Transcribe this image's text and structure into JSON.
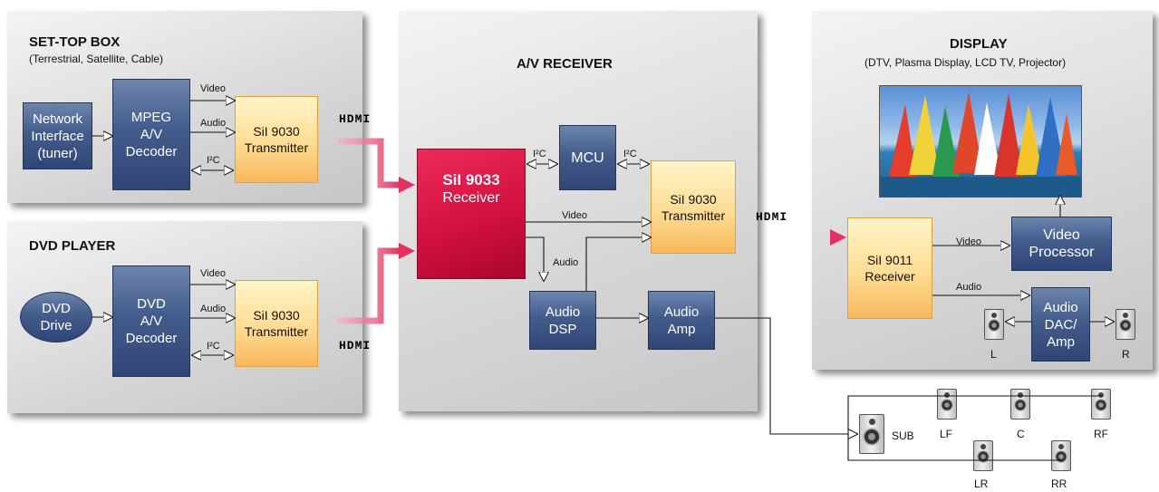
{
  "set_top_box": {
    "title": "SET-TOP BOX",
    "subtitle": "(Terrestrial, Satellite, Cable)",
    "network_interface": [
      "Network",
      "Interface",
      "(tuner)"
    ],
    "decoder": [
      "MPEG",
      "A/V",
      "Decoder"
    ],
    "transmitter": [
      "SiI 9030",
      "Transmitter"
    ],
    "video_label": "Video",
    "audio_label": "Audio",
    "i2c_label": "I²C"
  },
  "dvd_player": {
    "title": "DVD PLAYER",
    "drive": [
      "DVD",
      "Drive"
    ],
    "decoder": [
      "DVD",
      "A/V",
      "Decoder"
    ],
    "transmitter": [
      "SiI 9030",
      "Transmitter"
    ],
    "video_label": "Video",
    "audio_label": "Audio",
    "i2c_label": "I²C"
  },
  "av_receiver": {
    "title": "A/V RECEIVER",
    "receiver_chip": "SiI 9033",
    "receiver_label": "Receiver",
    "mcu": "MCU",
    "i2c_left": "I²C",
    "i2c_right": "I²C",
    "transmitter": [
      "SiI 9030",
      "Transmitter"
    ],
    "video_label": "Video",
    "audio_label": "Audio",
    "audio_dsp": [
      "Audio",
      "DSP"
    ],
    "audio_amp": [
      "Audio",
      "Amp"
    ]
  },
  "display": {
    "title": "DISPLAY",
    "subtitle": "(DTV, Plasma Display, LCD TV, Projector)",
    "receiver": [
      "SiI 9011",
      "Receiver"
    ],
    "video_processor": [
      "Video",
      "Processor"
    ],
    "audio_dac": [
      "Audio",
      "DAC/",
      "Amp"
    ],
    "video_label": "Video",
    "audio_label": "Audio",
    "speaker_left": "L",
    "speaker_right": "R"
  },
  "hdmi_labels": {
    "top": "HDMI",
    "bottom": "HDMI",
    "right": "HDMI"
  },
  "speakers": {
    "sub": "SUB",
    "lf": "LF",
    "c": "C",
    "rf": "RF",
    "lr": "LR",
    "rr": "RR"
  },
  "colors": {
    "navy": "#2f4576",
    "orange": "#f8b85c",
    "red": "#cf0f3d",
    "hdmi_arrow": "#e8375e"
  },
  "icons": {
    "speaker": "speaker-icon",
    "photo": "windsurfing-photo"
  }
}
